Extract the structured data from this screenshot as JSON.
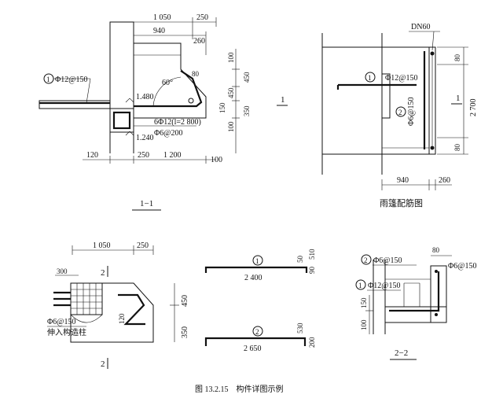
{
  "caption": "图 13.2.15　构件详图示例",
  "section_1_1": {
    "title": "1−1",
    "dims_top": [
      "1 050",
      "250",
      "940",
      "260"
    ],
    "dims_right": [
      "100",
      "450",
      "450",
      "150",
      "350",
      "100"
    ],
    "dims_bottom": [
      "120",
      "250",
      "1 200",
      "100"
    ],
    "bar_1": "Φ12@150",
    "angle": "60°",
    "bar_d": "80",
    "elev_top": "1.480",
    "elev_bot": "1.240",
    "note_bar": "6Φ12(l=2 800)",
    "note_stirrup": "Φ6@200",
    "cut_mark": "1",
    "circle_1": "1"
  },
  "plan": {
    "title": "雨篷配筋图",
    "dn": "DN60",
    "bar_1": "Φ12@150",
    "bar_2": "Φ6@150",
    "circle_1": "1",
    "circle_2": "2",
    "dims_right": [
      "80",
      "2 700",
      "80"
    ],
    "dims_bottom": [
      "940",
      "260"
    ],
    "cut_mark": "1"
  },
  "corner": {
    "dims_top": [
      "1 050",
      "250"
    ],
    "dim_left": "300",
    "dims_right": [
      "450",
      "350"
    ],
    "dim_inner": "120",
    "label_bar": "Φ6@150",
    "label_text": "伸入构造柱",
    "cut_mark_top": "2",
    "cut_mark_bot": "2"
  },
  "bars": {
    "bar1_no": "1",
    "bar1_len": "2 400",
    "bar1_hook_a": "50",
    "bar1_hook_b": "510",
    "bar1_hook_c": "90",
    "bar2_no": "2",
    "bar2_len": "2 650",
    "bar2_hook_a": "530",
    "bar2_hook_b": "200"
  },
  "section_2_2": {
    "title": "2−2",
    "dim_top": "80",
    "label_2": "Φ6@150",
    "label_1": "Φ12@150",
    "label_right": "Φ6@150",
    "dims_left": [
      "150",
      "100"
    ],
    "circle_1": "1",
    "circle_2": "2"
  }
}
